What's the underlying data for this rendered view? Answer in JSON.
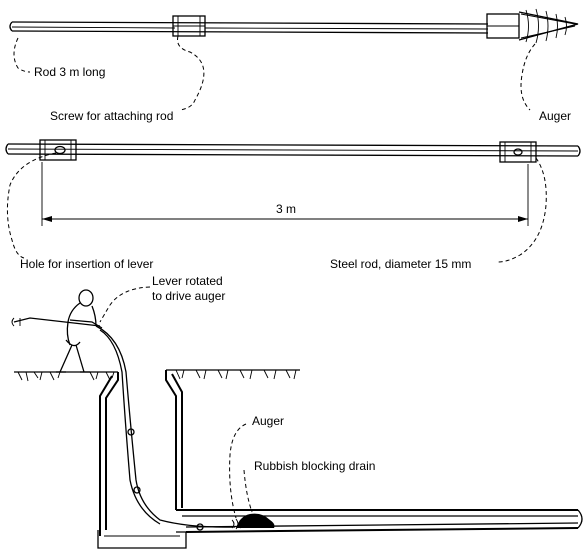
{
  "labels": {
    "rod_length": "Rod 3 m long",
    "screw": "Screw for attaching rod",
    "auger_top": "Auger",
    "dimension": "3 m",
    "hole": "Hole for insertion of lever",
    "steel_rod": "Steel rod, diameter 15 mm",
    "lever_line1": "Lever rotated",
    "lever_line2": "to drive auger",
    "auger_bottom": "Auger",
    "rubbish": "Rubbish blocking drain"
  }
}
